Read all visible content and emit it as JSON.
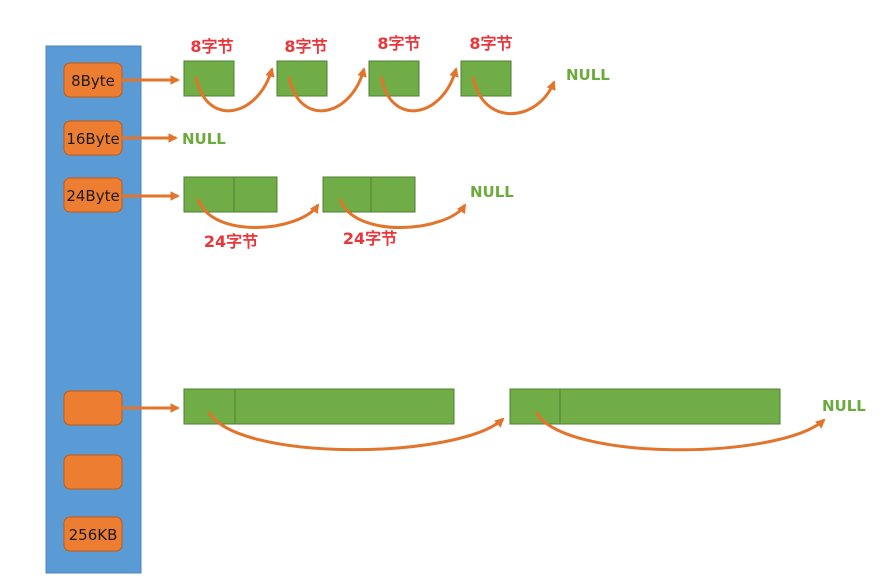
{
  "colors": {
    "bar": "#5b9bd5",
    "bar_border": "#4a86bd",
    "slot": "#ed7d31",
    "slot_border": "#c55a11",
    "block": "#70ad47",
    "block_border": "#507e32",
    "arrow": "#e2742b",
    "size_label": "#e8363a",
    "null_label": "#6bab3c"
  },
  "free_list_table": {
    "slots": [
      {
        "label": "8Byte"
      },
      {
        "label": "16Byte"
      },
      {
        "label": "24Byte"
      },
      {
        "label": ""
      },
      {
        "label": ""
      },
      {
        "label": "256KB"
      }
    ]
  },
  "rows": {
    "row_8": {
      "sizes": [
        "8字节",
        "8字节",
        "8字节",
        "8字节"
      ],
      "null": "NULL"
    },
    "row_16": {
      "null": "NULL"
    },
    "row_24": {
      "sizes": [
        "24字节",
        "24字节"
      ],
      "null": "NULL"
    },
    "row_large": {
      "null": "NULL"
    }
  }
}
